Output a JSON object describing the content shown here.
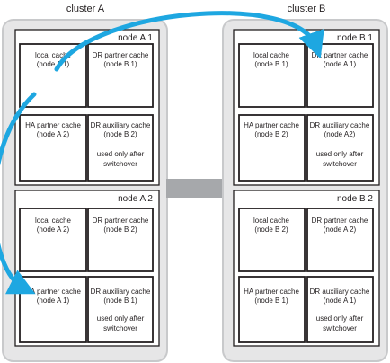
{
  "colors": {
    "cluster_fill": "#e6e6e7",
    "cluster_stroke": "#c8c9cb",
    "box_stroke": "#231f20",
    "connector": "#a6a8ab",
    "arrow": "#1ea7e1"
  },
  "clusters": {
    "a": {
      "title": "cluster A",
      "node1": {
        "title": "node A 1",
        "cells": [
          {
            "lines": [
              "local cache",
              "(node A 1)"
            ]
          },
          {
            "lines": [
              "DR partner cache",
              "(node B 1)"
            ]
          },
          {
            "lines": [
              "HA partner cache",
              "(node A 2)"
            ]
          },
          {
            "lines": [
              "DR auxiliary cache",
              "(node B 2)"
            ],
            "note": [
              "used only after",
              "switchover"
            ]
          }
        ]
      },
      "node2": {
        "title": "node A 2",
        "cells": [
          {
            "lines": [
              "local cache",
              "(node A 2)"
            ]
          },
          {
            "lines": [
              "DR partner cache",
              "(node B 2)"
            ]
          },
          {
            "lines": [
              "HA partner cache",
              "(node A 1)"
            ]
          },
          {
            "lines": [
              "DR auxiliary cache",
              "(node B 1)"
            ],
            "note": [
              "used only after",
              "switchover"
            ]
          }
        ]
      }
    },
    "b": {
      "title": "cluster B",
      "node1": {
        "title": "node B 1",
        "cells": [
          {
            "lines": [
              "local cache",
              "(node B 1)"
            ]
          },
          {
            "lines": [
              "DR partner cache",
              "(node A 1)"
            ]
          },
          {
            "lines": [
              "HA partner cache",
              "(node B 2)"
            ]
          },
          {
            "lines": [
              "DR auxiliary cache",
              "(node A2)"
            ],
            "note": [
              "used only after",
              "switchover"
            ]
          }
        ]
      },
      "node2": {
        "title": "node B 2",
        "cells": [
          {
            "lines": [
              "local cache",
              "(node B 2)"
            ]
          },
          {
            "lines": [
              "DR partner cache",
              "(node A 2)"
            ]
          },
          {
            "lines": [
              "HA partner cache",
              "(node B 1)"
            ]
          },
          {
            "lines": [
              "DR auxiliary cache",
              "(node A 1)"
            ],
            "note": [
              "used only after",
              "switchover"
            ]
          }
        ]
      }
    }
  }
}
